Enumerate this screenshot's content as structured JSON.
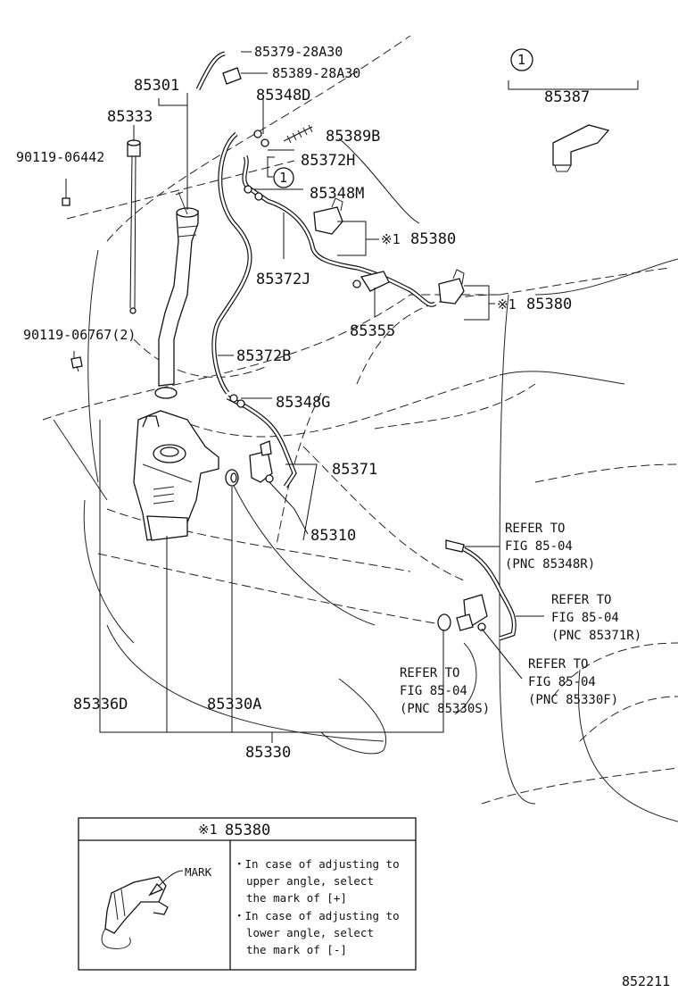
{
  "diagram": {
    "figure_code": "852211",
    "labels": {
      "p85379": "85379-28A30",
      "p85389a": "85389-28A30",
      "p85301": "85301",
      "p85333": "85333",
      "p90119a": "90119-06442",
      "p85348d": "85348D",
      "p85389b": "85389B",
      "p85372h": "85372H",
      "p85348m": "85348M",
      "p85372j": "85372J",
      "p85380a": "85380",
      "p85380b": "85380",
      "mark_ref": "※1",
      "p85355": "85355",
      "p90119b": "90119-06767(2)",
      "p85372b": "85372B",
      "p85348g": "85348G",
      "p85371": "85371",
      "p85310": "85310",
      "p85387": "85387",
      "callout_1": "1",
      "p85336d": "85336D",
      "p85330a": "85330A",
      "p85330": "85330"
    },
    "refs": [
      {
        "line1": "REFER TO",
        "line2": "FIG 85-04",
        "line3": "(PNC 85348R)"
      },
      {
        "line1": "REFER TO",
        "line2": "FIG 85-04",
        "line3": "(PNC 85371R)"
      },
      {
        "line1": "REFER TO",
        "line2": "FIG 85-04",
        "line3": "(PNC 85330F)"
      },
      {
        "line1": "REFER TO",
        "line2": "FIG 85-04",
        "line3": "(PNC 85330S)"
      }
    ],
    "note_box": {
      "header_mark": "※1",
      "header_part": "85380",
      "mark_label": "MARK",
      "lines": [
        "・In case of adjusting to",
        "upper angle, select",
        "the mark of [+]",
        "・In case of adjusting to",
        "lower angle, select",
        "the mark of [-]"
      ]
    }
  }
}
